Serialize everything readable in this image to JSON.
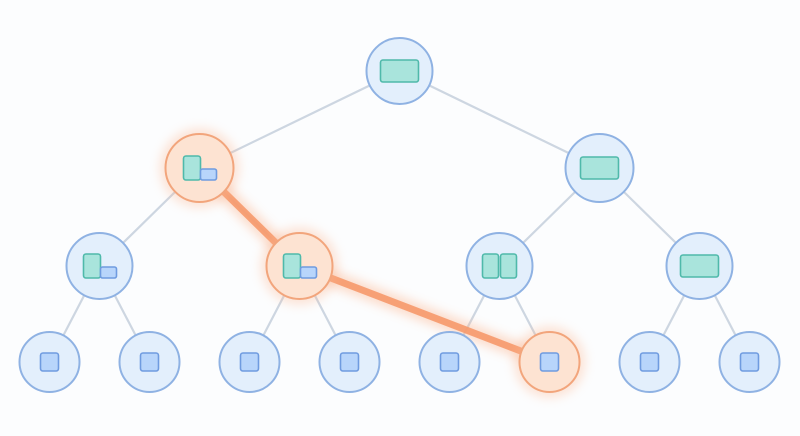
{
  "colors": {
    "background": "#fcfdfe",
    "edge": "#cdd6e1",
    "node_fill": "#e3effc",
    "node_stroke": "#8fb2e3",
    "highlight_fill": "#fde3d2",
    "highlight_stroke": "#f2a57c",
    "highlight_glow": "#fbb58f",
    "highlight_path": "#f79a6c",
    "pane_fill": "#a9e4dc",
    "pane_stroke": "#4fb9aa",
    "leaf_fill": "#b8d5fb",
    "leaf_stroke": "#6f9be0"
  },
  "nodes": [
    {
      "id": "root",
      "level": 0,
      "layout": "wide",
      "highlighted": false
    },
    {
      "id": "l1a",
      "level": 1,
      "layout": "split-corner",
      "highlighted": true
    },
    {
      "id": "l1b",
      "level": 1,
      "layout": "wide",
      "highlighted": false
    },
    {
      "id": "l2a",
      "level": 2,
      "layout": "split-corner",
      "highlighted": false
    },
    {
      "id": "l2b",
      "level": 2,
      "layout": "split-corner",
      "highlighted": true
    },
    {
      "id": "l2c",
      "level": 2,
      "layout": "split-half",
      "highlighted": false
    },
    {
      "id": "l2d",
      "level": 2,
      "layout": "wide",
      "highlighted": false
    },
    {
      "id": "leaf1",
      "level": 3,
      "layout": "leaf",
      "highlighted": false
    },
    {
      "id": "leaf2",
      "level": 3,
      "layout": "leaf",
      "highlighted": false
    },
    {
      "id": "leaf3",
      "level": 3,
      "layout": "leaf",
      "highlighted": false
    },
    {
      "id": "leaf4",
      "level": 3,
      "layout": "leaf",
      "highlighted": false
    },
    {
      "id": "leaf5",
      "level": 3,
      "layout": "leaf",
      "highlighted": false
    },
    {
      "id": "leaf6",
      "level": 3,
      "layout": "leaf",
      "highlighted": true
    },
    {
      "id": "leaf7",
      "level": 3,
      "layout": "leaf",
      "highlighted": false
    },
    {
      "id": "leaf8",
      "level": 3,
      "layout": "leaf",
      "highlighted": false
    }
  ],
  "edges": [
    [
      "root",
      "l1a"
    ],
    [
      "root",
      "l1b"
    ],
    [
      "l1a",
      "l2a"
    ],
    [
      "l1a",
      "l2b"
    ],
    [
      "l1b",
      "l2c"
    ],
    [
      "l1b",
      "l2d"
    ],
    [
      "l2a",
      "leaf1"
    ],
    [
      "l2a",
      "leaf2"
    ],
    [
      "l2b",
      "leaf3"
    ],
    [
      "l2b",
      "leaf4"
    ],
    [
      "l2c",
      "leaf5"
    ],
    [
      "l2c",
      "leaf6"
    ],
    [
      "l2d",
      "leaf7"
    ],
    [
      "l2d",
      "leaf8"
    ]
  ],
  "highlight_path": [
    "l1a",
    "l2b",
    "leaf6"
  ]
}
